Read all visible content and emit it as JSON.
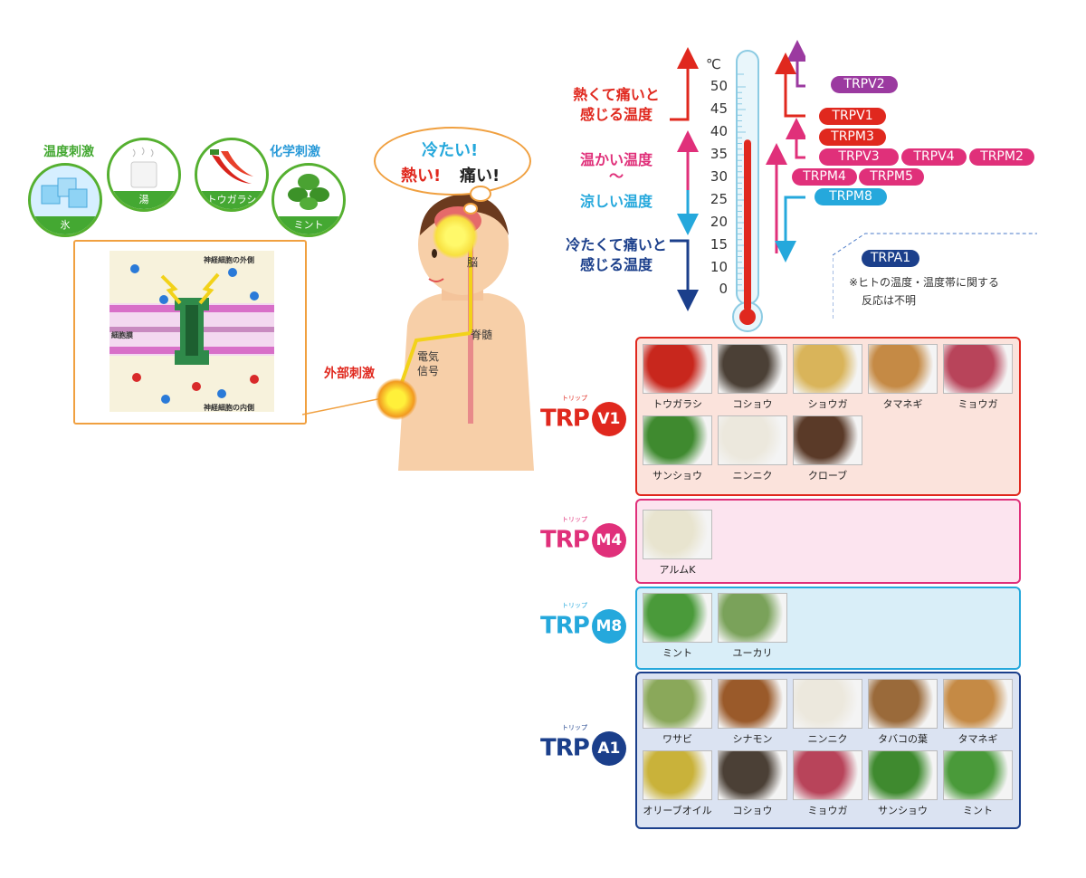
{
  "stimuli": {
    "thermal_label": "温度刺激",
    "chemical_label": "化学刺激",
    "ice": "氷",
    "hot_water": "湯",
    "chili": "トウガラシ",
    "mint": "ミント"
  },
  "cell": {
    "outside": "神経細胞の外側",
    "membrane": "細胞膜",
    "inside": "神経細胞の内側",
    "external_stimulus": "外部刺激"
  },
  "body": {
    "bubble_cold": "冷たい!",
    "bubble_hot": "熱い!",
    "bubble_pain": "痛い!",
    "brain": "脳",
    "spine": "脊髄",
    "signal_line1": "電気",
    "signal_line2": "信号"
  },
  "thermo": {
    "unit": "℃",
    "ticks": [
      "50",
      "45",
      "40",
      "35",
      "30",
      "25",
      "20",
      "15",
      "10",
      "0"
    ],
    "hot_pain_line1": "熱くて痛いと",
    "hot_pain_line2": "感じる温度",
    "warm_line1": "温かい温度",
    "warm_line2": "〜",
    "cool": "涼しい温度",
    "cold_pain_line1": "冷たくて痛いと",
    "cold_pain_line2": "感じる温度",
    "fill_level_celsius": 37
  },
  "channels": {
    "trpv2": "TRPV2",
    "trpv1": "TRPV1",
    "trpm3": "TRPM3",
    "trpv3": "TRPV3",
    "trpv4": "TRPV4",
    "trpm2": "TRPM2",
    "trpm4": "TRPM4",
    "trpm5": "TRPM5",
    "trpm8": "TRPM8",
    "trpa1": "TRPA1",
    "note_line1": "※ヒトの温度・温度帯に関する",
    "note_line2": "反応は不明"
  },
  "groups": {
    "v1": {
      "prefix": "TRP",
      "ruby": "トリップ",
      "badge": "V1",
      "items": [
        "トウガラシ",
        "コショウ",
        "ショウガ",
        "タマネギ",
        "ミョウガ",
        "サンショウ",
        "ニンニク",
        "クローブ"
      ]
    },
    "m4": {
      "prefix": "TRP",
      "ruby": "トリップ",
      "badge": "M4",
      "items": [
        "アルムK"
      ]
    },
    "m8": {
      "prefix": "TRP",
      "ruby": "トリップ",
      "badge": "M8",
      "items": [
        "ミント",
        "ユーカリ"
      ]
    },
    "a1": {
      "prefix": "TRP",
      "ruby": "トリップ",
      "badge": "A1",
      "items": [
        "ワサビ",
        "シナモン",
        "ニンニク",
        "タバコの葉",
        "タマネギ",
        "オリーブオイル",
        "コショウ",
        "ミョウガ",
        "サンショウ",
        "ミント"
      ]
    }
  },
  "colors": {
    "red": "#e0281e",
    "magenta": "#e0307a",
    "cyan": "#25a8dc",
    "navy": "#1b3f8b",
    "purple": "#9b3aa0",
    "green": "#44a832",
    "orange": "#f0a040"
  }
}
